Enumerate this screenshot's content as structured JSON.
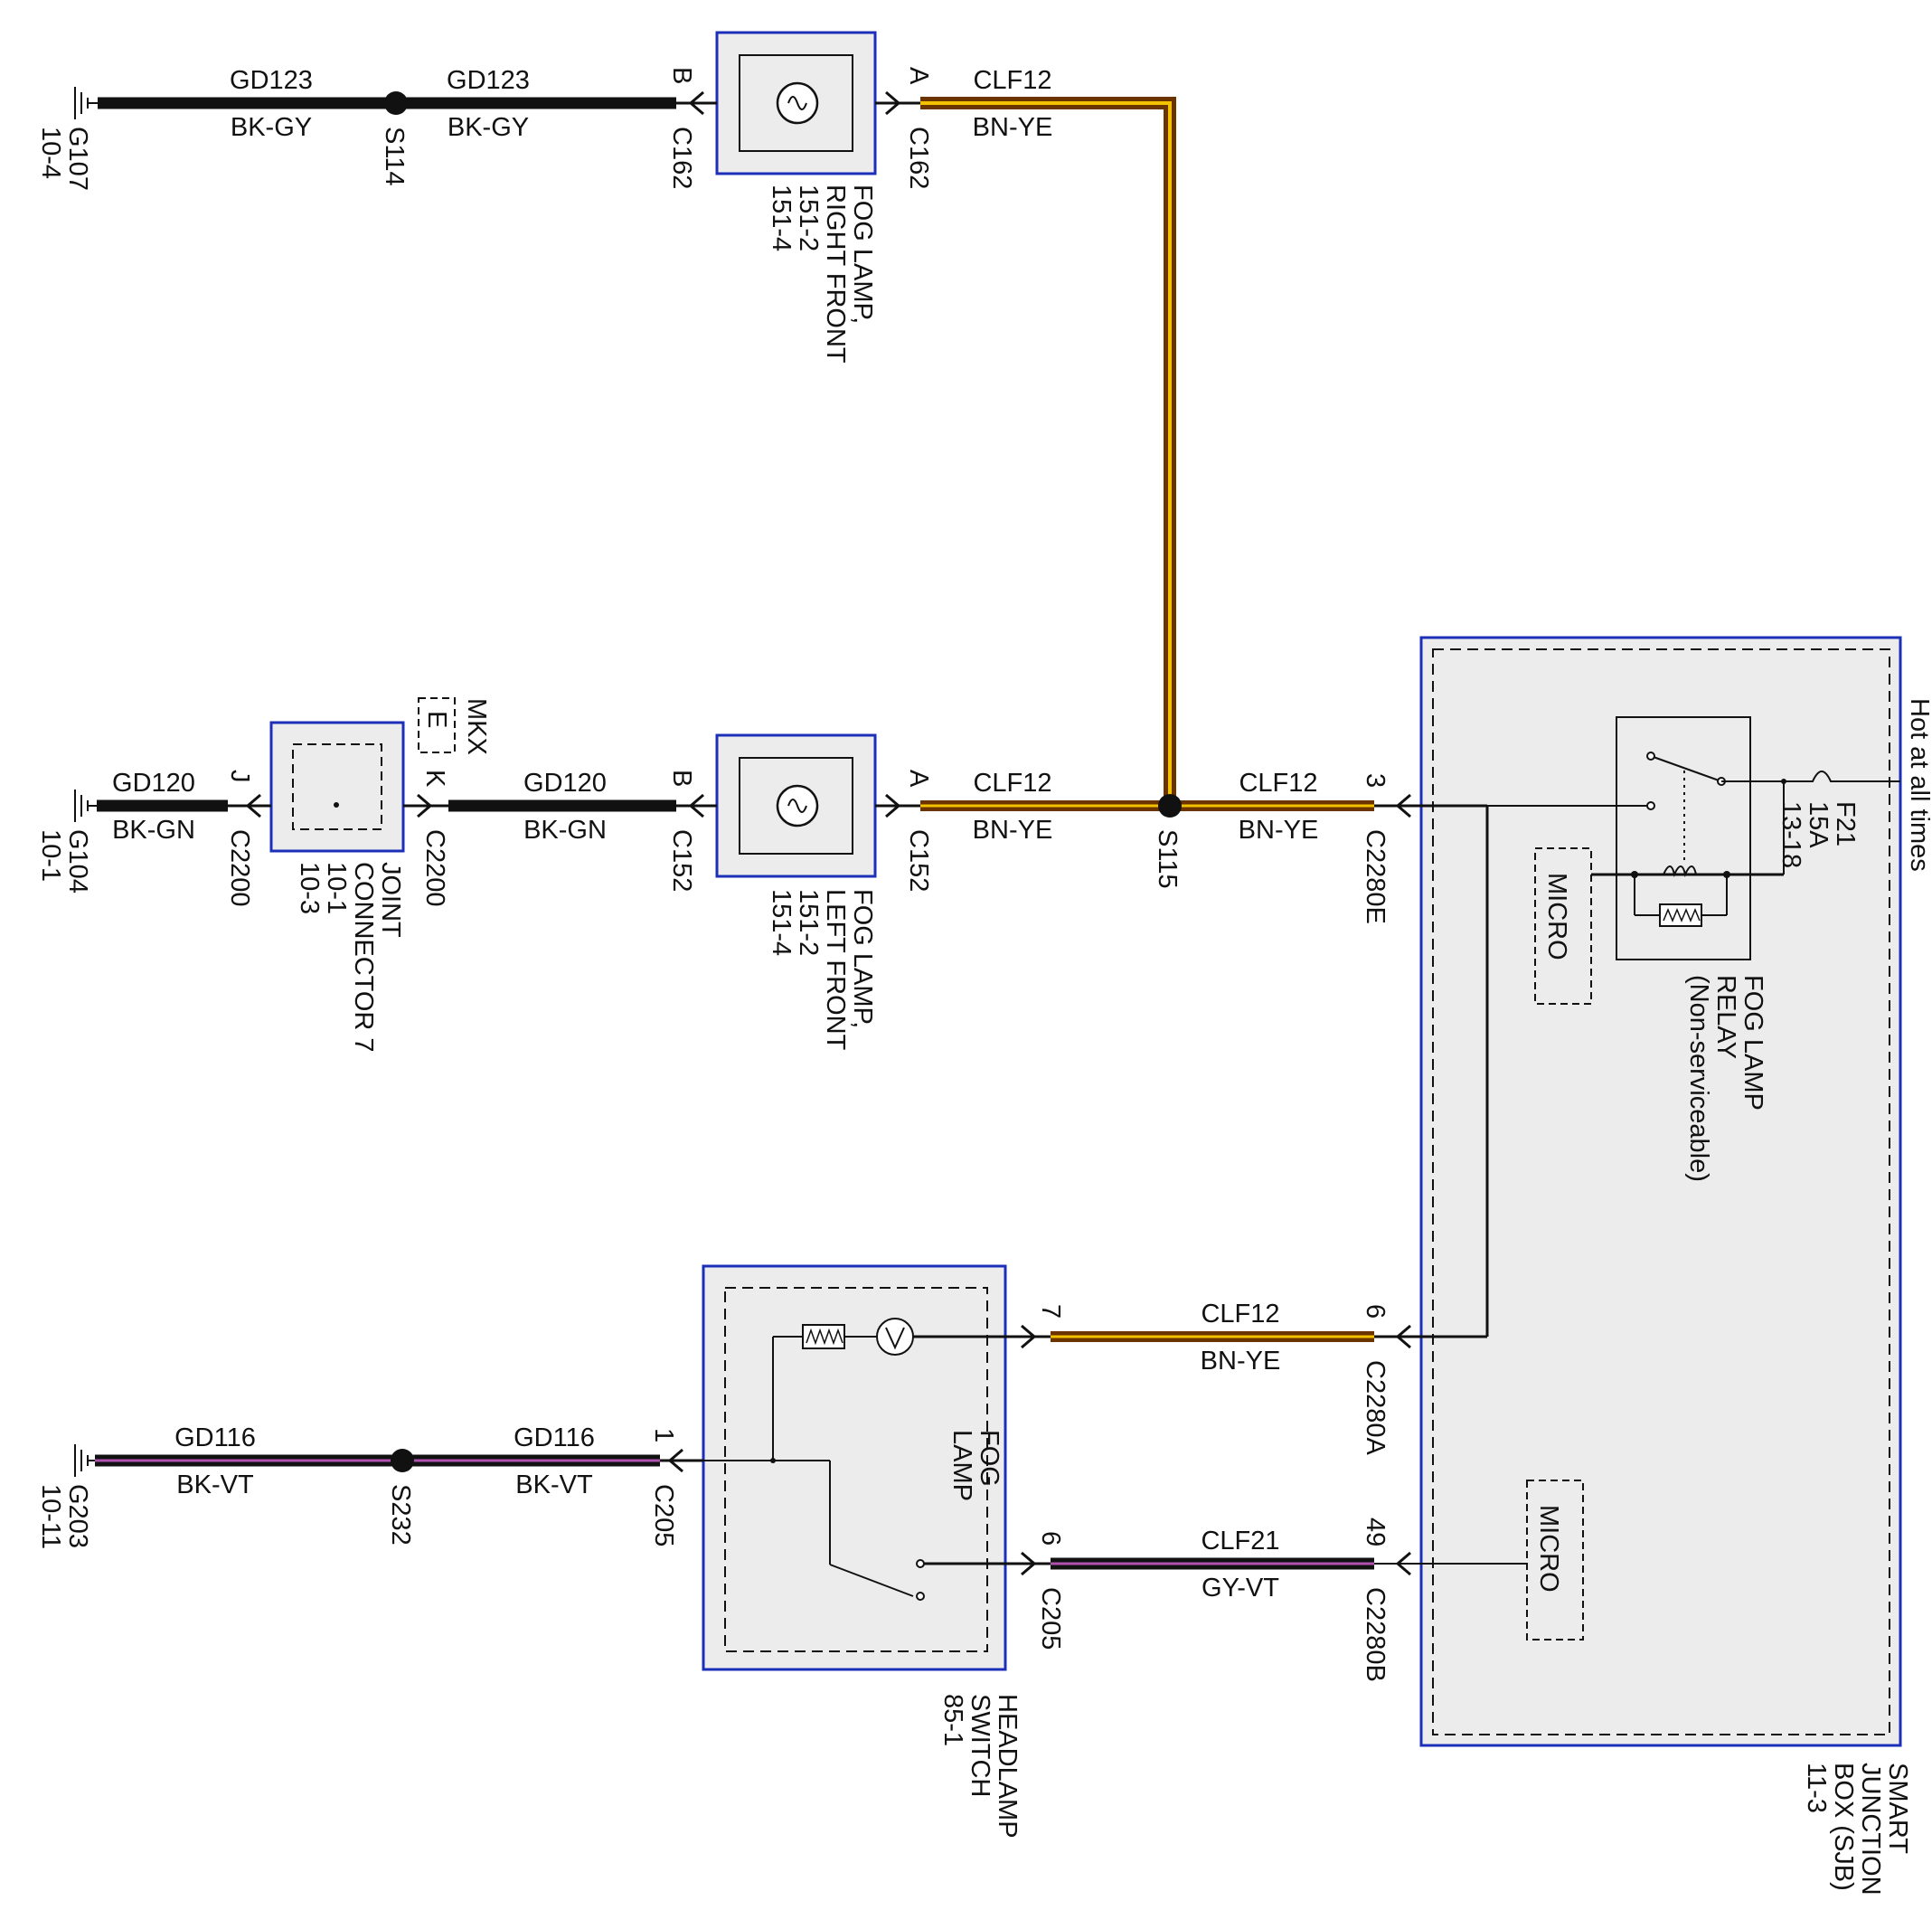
{
  "colors": {
    "black_wire": "#111111",
    "brown": "#6b3300",
    "yellow": "#f2c200",
    "violet": "#b050b0",
    "blue_box": "#1c2fb8",
    "box_fill": "#ececec"
  },
  "wires": {
    "gd123_a": {
      "circuit": "GD123",
      "color": "BK-GY"
    },
    "gd123_b": {
      "circuit": "GD123",
      "color": "BK-GY"
    },
    "clf12_top": {
      "circuit": "CLF12",
      "color": "BN-YE"
    },
    "gd120_a": {
      "circuit": "GD120",
      "color": "BK-GN"
    },
    "gd120_b": {
      "circuit": "GD120",
      "color": "BK-GN"
    },
    "clf12_mid_a": {
      "circuit": "CLF12",
      "color": "BN-YE"
    },
    "clf12_mid_b": {
      "circuit": "CLF12",
      "color": "BN-YE"
    },
    "gd116_a": {
      "circuit": "GD116",
      "color": "BK-VT"
    },
    "gd116_b": {
      "circuit": "GD116",
      "color": "BK-VT"
    },
    "clf12_low": {
      "circuit": "CLF12",
      "color": "BN-YE"
    },
    "clf21": {
      "circuit": "CLF21",
      "color": "GY-VT"
    }
  },
  "grounds": {
    "g107": [
      "G107",
      "10-4"
    ],
    "g104": [
      "G104",
      "10-1"
    ],
    "g203": [
      "G203",
      "10-11"
    ]
  },
  "splices": {
    "s114": "S114",
    "s115": "S115",
    "s232": "S232"
  },
  "pins": {
    "c162_b": {
      "pin": "B",
      "connector": "C162"
    },
    "c162_a": {
      "pin": "A",
      "connector": "C162"
    },
    "c152_b": {
      "pin": "B",
      "connector": "C152"
    },
    "c152_a": {
      "pin": "A",
      "connector": "C152"
    },
    "c2200_j": {
      "pin": "J",
      "connector": "C2200"
    },
    "c2200_k": {
      "pin": "K",
      "connector": "C2200"
    },
    "c2280e_3": {
      "pin": "3",
      "connector": "C2280E"
    },
    "c2280a_6": {
      "pin": "6",
      "connector": "C2280A"
    },
    "c2280b_49": {
      "pin": "49",
      "connector": "C2280B"
    },
    "c205_1": {
      "pin": "1",
      "connector": "C205"
    },
    "c205_7": {
      "pin": "7",
      "connector": ""
    },
    "c205_6": {
      "pin": "6",
      "connector": "C205"
    }
  },
  "components": {
    "fog_rf": [
      "FOG LAMP,",
      "RIGHT FRONT",
      "151-2",
      "151-4"
    ],
    "fog_lf": [
      "FOG LAMP,",
      "LEFT FRONT",
      "151-2",
      "151-4"
    ],
    "joint": [
      "JOINT",
      "CONNECTOR 7",
      "10-1",
      "10-3"
    ],
    "mkx": {
      "label": "MKX",
      "option": "E"
    },
    "headlamp_switch": [
      "HEADLAMP",
      "SWITCH",
      "85-1"
    ],
    "fog_switch_label": [
      "FOG",
      "LAMP"
    ],
    "sjb": [
      "SMART",
      "JUNCTION",
      "BOX (SJB)",
      "11-3"
    ],
    "relay": [
      "FOG LAMP",
      "RELAY",
      "(Non-serviceable)"
    ],
    "fuse": [
      "F21",
      "15A",
      "13-18"
    ],
    "micro_1": "MICRO",
    "micro_2": "MICRO",
    "hot": "Hot at all times"
  }
}
